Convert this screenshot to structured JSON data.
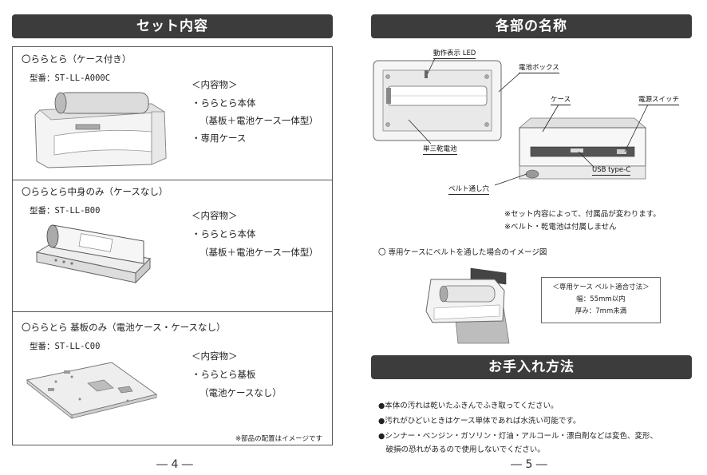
{
  "left_page": {
    "banner_title": "セット内容",
    "sets": [
      {
        "title": "〇ららとら（ケース付き）",
        "model": "型番：ST-LL-A000C",
        "contents_heading": "＜内容物＞",
        "contents": [
          "・ららとら本体",
          "（基板＋電池ケース一体型）",
          "・専用ケース"
        ]
      },
      {
        "title": "〇ららとら中身のみ（ケースなし）",
        "model": "型番：ST-LL-B00",
        "contents_heading": "＜内容物＞",
        "contents": [
          "・ららとら本体",
          "（基板＋電池ケース一体型）"
        ]
      },
      {
        "title": "〇ららとら 基板のみ（電池ケース・ケースなし）",
        "model": "型番：ST-LL-C00",
        "contents_heading": "＜内容物＞",
        "contents": [
          "・ららとら基板",
          "（電池ケースなし）"
        ]
      }
    ],
    "footnote": "※部品の配置はイメージです",
    "page_number": "― 4 ―"
  },
  "right_page": {
    "parts_banner_title": "各部の名称",
    "part_labels": {
      "led": "動作表示 LED",
      "battery_box": "電池ボックス",
      "battery": "単三乾電池",
      "case": "ケース",
      "power_switch": "電源スイッチ",
      "usb": "USB type-C",
      "belt_hole": "ベルト通し穴"
    },
    "notes": [
      "※セット内容によって、付属品が変わります。",
      "※ベルト・乾電池は付属しません"
    ],
    "belt_image_caption": "〇 専用ケースにベルトを通した場合のイメージ図",
    "belt_spec": {
      "title": "＜専用ケース ベルト適合寸法＞",
      "width": "幅：55mm以内",
      "thickness": "厚み：7mm未満"
    },
    "care_banner_title": "お手入れ方法",
    "care_items": [
      "●本体の汚れは乾いたふきんでふき取ってください。",
      "●汚れがひどいときはケース単体であれば水洗い可能です。",
      "●シンナー・ベンジン・ガソリン・灯油・アルコール・漂白剤などは変色、変形、",
      "　破損の恐れがあるので使用しないでください。"
    ],
    "page_number": "― 5 ―"
  }
}
